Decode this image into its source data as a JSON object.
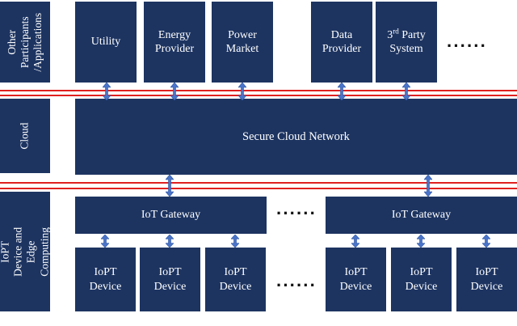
{
  "side_labels": {
    "participants": "Other Participants /Applications",
    "cloud": "Cloud",
    "iot": "IoPT Device and Edge Computing"
  },
  "participants": {
    "utility": "Utility",
    "energy_provider": "Energy Provider",
    "power_market": "Power Market",
    "data_provider": "Data Provider",
    "third_party_prefix": "3",
    "third_party_sup": "rd",
    "third_party_rest": " Party System"
  },
  "cloud": {
    "network": "Secure Cloud Network"
  },
  "gateways": [
    "IoT Gateway",
    "IoT Gateway"
  ],
  "devices": [
    "IoPT Device",
    "IoPT Device",
    "IoPT Device",
    "IoPT Device",
    "IoPT Device",
    "IoPT Device"
  ],
  "ellipsis": "······",
  "colors": {
    "box": "#1d3461",
    "line": "#e02020",
    "arrow": "#4a74c9"
  }
}
